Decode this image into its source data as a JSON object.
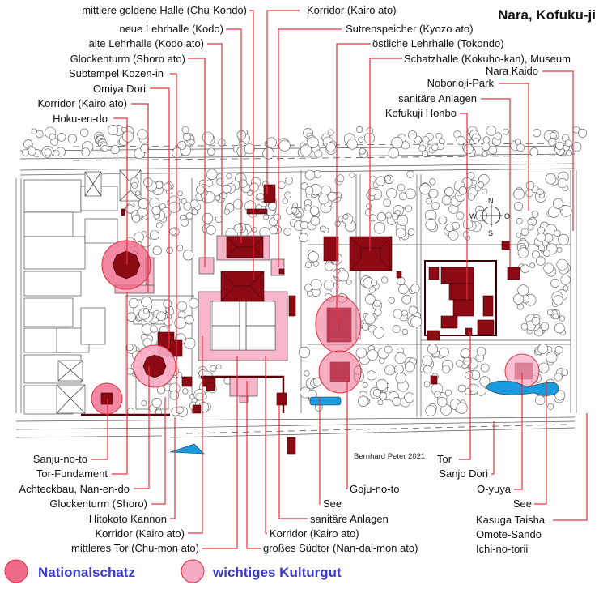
{
  "title": "Nara, Kofuku-ji",
  "credit": "Bernhard Peter 2021",
  "compass": {
    "n": "N",
    "s": "S",
    "w": "W",
    "e": "O"
  },
  "colors": {
    "national_treasure": "#f06a8c",
    "cultural_property": "#f7aac4",
    "building": "#8b0a14",
    "leader": "#e8303d",
    "water": "#1a9be0",
    "legend_text": "#3a3acc"
  },
  "labels_top_left": [
    "mittlere goldene Halle (Chu-Kondo)",
    "neue Lehrhalle (Kodo)",
    "alte Lehrhalle (Kodo ato)",
    "Glockenturm (Shoro ato)",
    "Subtempel Kozen-in",
    "Omiya Dori",
    "Korridor (Kairo ato)",
    "Hoku-en-do"
  ],
  "labels_top_right": [
    "Korridor (Kairo ato)",
    "Sutrenspeicher (Kyozo ato)",
    "östliche Lehrhalle (Tokondo)",
    "Schatzhalle (Kokuho-kan), Museum",
    "Nara Kaido",
    "Nobori­oji-Park",
    "sanitäre Anlagen",
    "Kofukuji Honbo"
  ],
  "labels_bottom_left": [
    "Sanju-no-to",
    "Tor-Fundament",
    "Achteckbau, Nan-en-do",
    "Glockenturm (Shoro)",
    "Hitokoto Kannon",
    "Korridor (Kairo ato)",
    "mittleres Tor (Chu-mon ato)"
  ],
  "labels_bottom_mid": [
    "See",
    "sanitäre Anlagen",
    "Korridor (Kairo ato)",
    "großes Südtor (Nan-dai-mon ato)",
    "Goju-no-to"
  ],
  "labels_bottom_right": [
    "Tor",
    "Sanjo Dori",
    "O-yuya",
    "See",
    "Kasuga Taisha",
    "Omote-Sando",
    "Ichi-no-torii"
  ],
  "legend": [
    {
      "label": "Nationalschatz",
      "color": "#f06a8c"
    },
    {
      "label": "wichtiges Kulturgut",
      "color": "#f7aac4"
    }
  ]
}
